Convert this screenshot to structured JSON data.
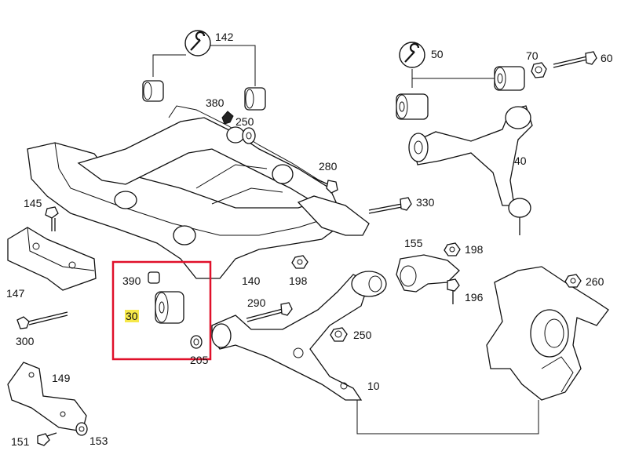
{
  "highlight_color": "#e0102a",
  "label_highlight_color": "#f6e84a",
  "icons": [
    "wrench-icon"
  ],
  "labels": {
    "l142": "142",
    "l50": "50",
    "l70": "70",
    "l60": "60",
    "l380": "380",
    "l250a": "250",
    "l280": "280",
    "l40": "40",
    "l145": "145",
    "l330": "330",
    "l155": "155",
    "l198a": "198",
    "l147": "147",
    "l390": "390",
    "l140": "140",
    "l198b": "198",
    "l196": "196",
    "l260": "260",
    "l290": "290",
    "l30": "30",
    "l300": "300",
    "l250b": "250",
    "l205": "205",
    "l149": "149",
    "l10": "10",
    "l151": "151",
    "l153": "153"
  }
}
